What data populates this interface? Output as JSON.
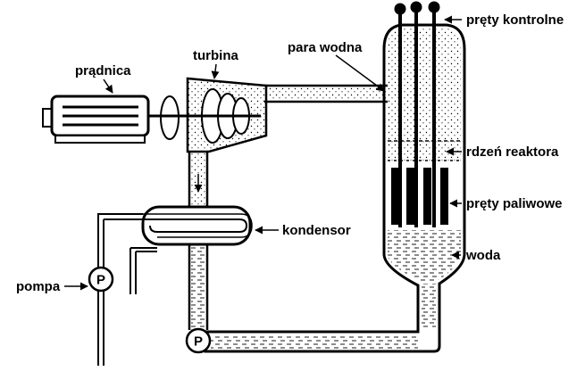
{
  "labels": {
    "generator": "prądnica",
    "turbine": "turbina",
    "steam": "para wodna",
    "control_rods": "pręty kontrolne",
    "reactor_core": "rdzeń reaktora",
    "fuel_rods": "pręty paliwowe",
    "condenser": "kondensor",
    "water": "woda",
    "pump": "pompa",
    "pump_symbol": "P"
  }
}
